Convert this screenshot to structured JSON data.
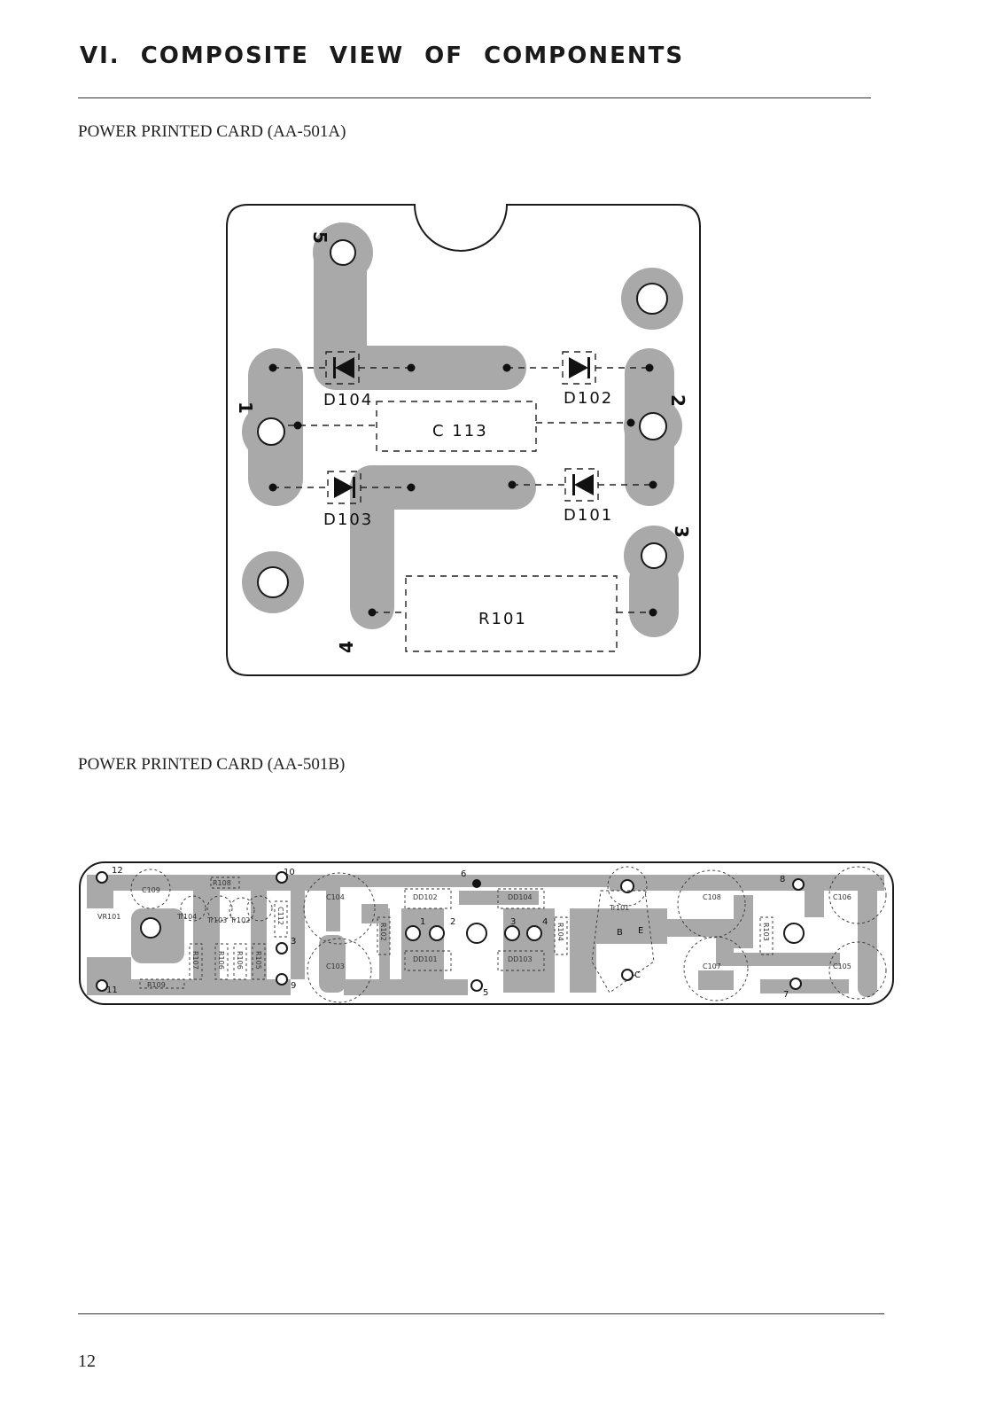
{
  "heading": "VI. COMPOSITE VIEW OF COMPONENTS",
  "page_number": "12",
  "card_a": {
    "label": "POWER PRINTED CARD (AA-501A)",
    "components": {
      "d104": "D104",
      "d102": "D102",
      "d103": "D103",
      "d101": "D101",
      "c113": "C 113",
      "r101": "R101"
    },
    "pins": {
      "p1": "1",
      "p2": "2",
      "p3": "3",
      "p4": "4",
      "p5": "5"
    }
  },
  "card_b": {
    "label": "POWER PRINTED CARD (AA-501B)",
    "components": {
      "c104": "C104",
      "c103": "C103",
      "c108": "C108",
      "c107": "C107",
      "c106": "C106",
      "c105": "C105",
      "c109": "C109",
      "c112": "C112",
      "d102": "DD102",
      "d101": "DD101",
      "d104": "DD104",
      "d103": "DD103",
      "r102": "R102",
      "r104": "R104",
      "r103": "R103",
      "r105": "R105",
      "r106a": "R106",
      "r106b": "R106",
      "r107": "R107",
      "r108": "R108",
      "r109": "R109",
      "vr101": "VR101",
      "tr101": "Tr101",
      "tr102": "Tr102",
      "tr103": "Tr103",
      "tr104": "Tr104"
    },
    "pins": {
      "p1": "1",
      "p2": "2",
      "p3": "3",
      "p4": "4",
      "p5": "5",
      "p6": "6",
      "p7": "7",
      "p8": "8",
      "p9": "9",
      "p10": "10",
      "p11": "11",
      "p12": "12",
      "p13": "3",
      "pb": "B",
      "pe": "E",
      "pc": "C"
    }
  }
}
